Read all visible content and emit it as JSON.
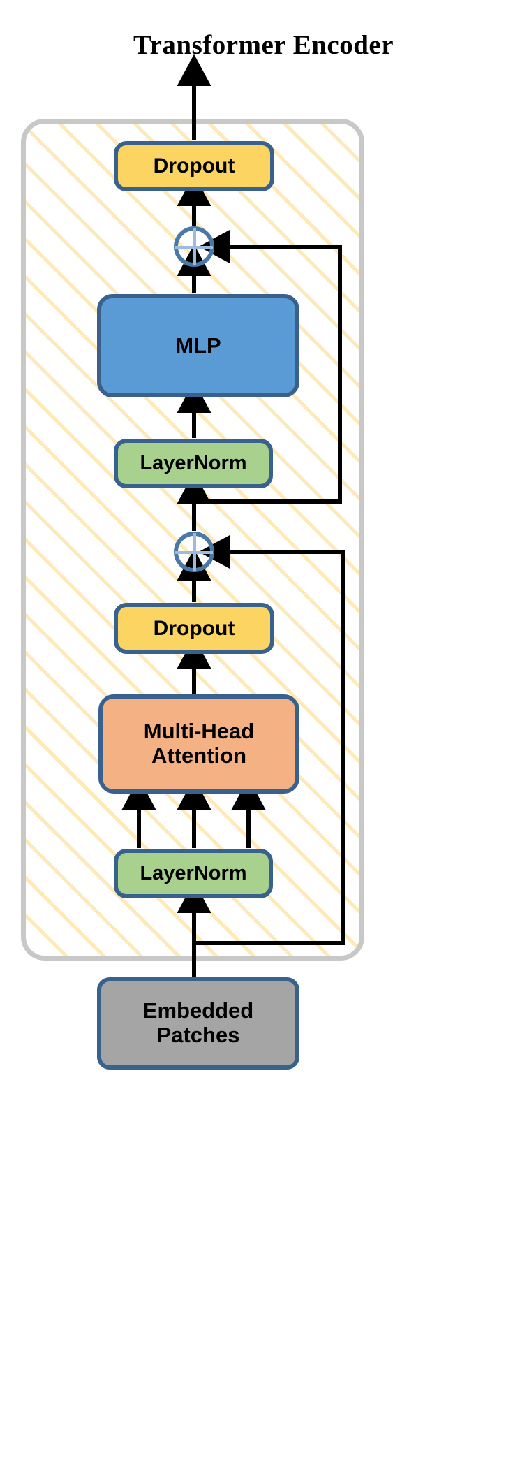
{
  "diagram": {
    "title": "Transformer Encoder",
    "type": "block-diagram",
    "container_label": "encoder-block",
    "nodes": [
      {
        "id": "dropout-top",
        "label": "Dropout",
        "color": "#fbd461",
        "border": "#39618e",
        "shape": "rounded-rect"
      },
      {
        "id": "add-top",
        "label": "+",
        "color": "#ffffff",
        "border": "#4a79a8",
        "shape": "circle"
      },
      {
        "id": "mlp",
        "label": "MLP",
        "color": "#5b9bd5",
        "border": "#39618e",
        "shape": "rounded-rect"
      },
      {
        "id": "layernorm-top",
        "label": "LayerNorm",
        "color": "#a9d18e",
        "border": "#39618e",
        "shape": "rounded-rect"
      },
      {
        "id": "add-bottom",
        "label": "+",
        "color": "#ffffff",
        "border": "#4a79a8",
        "shape": "circle"
      },
      {
        "id": "dropout-bottom",
        "label": "Dropout",
        "color": "#fbd461",
        "border": "#39618e",
        "shape": "rounded-rect"
      },
      {
        "id": "mha",
        "label": "Multi-Head\nAttention",
        "color": "#f4b183",
        "border": "#39618e",
        "shape": "rounded-rect"
      },
      {
        "id": "layernorm-bottom",
        "label": "LayerNorm",
        "color": "#a9d18e",
        "border": "#39618e",
        "shape": "rounded-rect"
      },
      {
        "id": "embedded-patches",
        "label": "Embedded\nPatches",
        "color": "#a5a5a5",
        "border": "#39618e",
        "shape": "rounded-rect"
      }
    ],
    "node_labels": {
      "dropout_top": "Dropout",
      "mlp": "MLP",
      "layernorm_top": "LayerNorm",
      "dropout_bottom": "Dropout",
      "mha_line1": "Multi-Head",
      "mha_line2": "Attention",
      "layernorm_bottom": "LayerNorm",
      "embedded_line1": "Embedded",
      "embedded_line2": "Patches"
    },
    "edges": [
      {
        "from": "embedded-patches",
        "to": "layernorm-bottom",
        "kind": "arrow"
      },
      {
        "from": "layernorm-bottom",
        "to": "mha",
        "kind": "arrow",
        "count": 3
      },
      {
        "from": "mha",
        "to": "dropout-bottom",
        "kind": "arrow"
      },
      {
        "from": "dropout-bottom",
        "to": "add-bottom",
        "kind": "arrow"
      },
      {
        "from": "embedded-patches",
        "to": "add-bottom",
        "kind": "residual-arrow",
        "side": "right"
      },
      {
        "from": "add-bottom",
        "to": "layernorm-top",
        "kind": "arrow"
      },
      {
        "from": "layernorm-top",
        "to": "mlp",
        "kind": "arrow"
      },
      {
        "from": "mlp",
        "to": "add-top",
        "kind": "arrow"
      },
      {
        "from": "add-bottom",
        "to": "add-top",
        "kind": "residual-arrow",
        "side": "right"
      },
      {
        "from": "add-top",
        "to": "dropout-top",
        "kind": "arrow"
      },
      {
        "from": "dropout-top",
        "to": "output",
        "kind": "arrow"
      }
    ],
    "colors": {
      "dropout": "#fbd461",
      "mlp": "#5b9bd5",
      "layernorm": "#a9d18e",
      "attention": "#f4b183",
      "embedded": "#a5a5a5",
      "node_border": "#39618e",
      "container_border": "#c8c8c8",
      "hatch": "#fdd87d",
      "arrow": "#000000",
      "plus": "#9dbbdd",
      "circle_border": "#4a79a8",
      "background": "#ffffff"
    }
  }
}
